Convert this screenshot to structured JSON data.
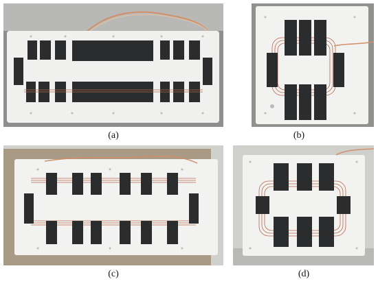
{
  "captions": {
    "a": "(a)",
    "b": "(b)",
    "c": "(c)",
    "d": "(d)"
  },
  "colors": {
    "board": "#f1f1ef",
    "ferrite": "#2b2c2e",
    "copper": "#b7664a",
    "wall": "#c9c8c3",
    "floor": "#a99a86",
    "shadow": "#7f7f7f"
  }
}
